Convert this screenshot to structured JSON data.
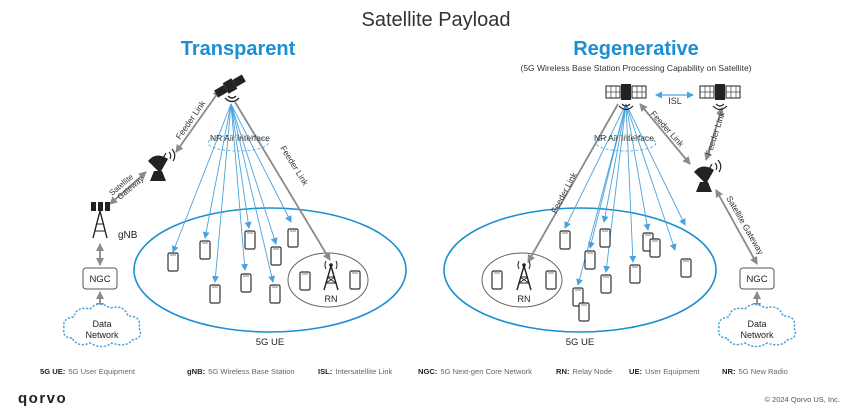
{
  "title": "Satellite Payload",
  "transparent": {
    "heading": "Transparent",
    "feeder_link_upper": "Feeder Link",
    "feeder_link_lower": "Feeder Link",
    "nr_air_interface": "NR Air Interface",
    "satellite_gateway_line1": "Satellite",
    "satellite_gateway_line2": "Gateway",
    "gnb": "gNB",
    "ngc": "NGC",
    "data_network_line1": "Data",
    "data_network_line2": "Network",
    "rn": "RN",
    "ue_area": "5G UE"
  },
  "regenerative": {
    "heading": "Regenerative",
    "subheading": "(5G Wireless Base Station Processing Capability on Satellite)",
    "isl": "ISL",
    "feeder_link_left": "Feeder Link",
    "feeder_link_mid": "Feeder Link",
    "feeder_link_right": "Feeder Link",
    "nr_air_interface": "NR Air Interface",
    "satellite_gateway": "Satellite Gateway",
    "ngc": "NGC",
    "data_network_line1": "Data",
    "data_network_line2": "Network",
    "rn": "RN",
    "ue_area": "5G UE"
  },
  "legend": [
    {
      "abbr": "5G UE:",
      "text": "5G User Equipment"
    },
    {
      "abbr": "gNB:",
      "text": "5G Wireless Base Station"
    },
    {
      "abbr": "ISL:",
      "text": "Intersatellite Link"
    },
    {
      "abbr": "NGC:",
      "text": "5G Next-gen Core Network"
    },
    {
      "abbr": "RN:",
      "text": "Relay Node"
    },
    {
      "abbr": "UE:",
      "text": "User Equipment"
    },
    {
      "abbr": "NR:",
      "text": "5G New Radio"
    }
  ],
  "brand": "qorvo",
  "copyright": "© 2024 Qorvo US, Inc.",
  "colors": {
    "heading_blue": "#1b8fd2",
    "link_blue": "#4aa3df",
    "link_gray": "#8a8a8a",
    "text_dark": "#222222"
  }
}
